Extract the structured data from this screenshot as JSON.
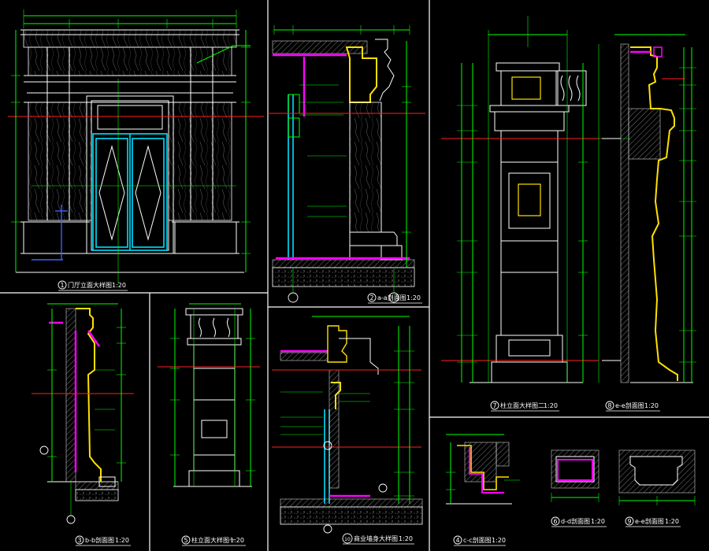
{
  "drawing": {
    "background": "#000000",
    "line_colors": {
      "dimension": "#00ff00",
      "outline": "#ffffff",
      "section": "#ffe000",
      "glass": "#00e0ff",
      "waterproof": "#ff00ff",
      "axis": "#ff2020",
      "marker": "#4060ff"
    },
    "panels": [
      {
        "id": "1",
        "title": "门厅立面大样图",
        "scale": "1:20"
      },
      {
        "id": "2",
        "title": "a-a剖面图",
        "scale": "1:20"
      },
      {
        "id": "3",
        "title": "b-b剖面图",
        "scale": "1:20"
      },
      {
        "id": "4",
        "title": "c-c剖面图",
        "scale": "1:20"
      },
      {
        "id": "5",
        "title": "柱立面大样图一",
        "scale": "1:20"
      },
      {
        "id": "6",
        "title": "d-d剖面图",
        "scale": "1:20"
      },
      {
        "id": "7",
        "title": "柱立面大样图二",
        "scale": "1:20"
      },
      {
        "id": "8",
        "title": "e-e剖面图",
        "scale": "1:20"
      },
      {
        "id": "9",
        "title": "e-e剖面图",
        "scale": "1:20"
      },
      {
        "id": "10",
        "title": "商业墙身大样图",
        "scale": "1:20"
      }
    ]
  }
}
